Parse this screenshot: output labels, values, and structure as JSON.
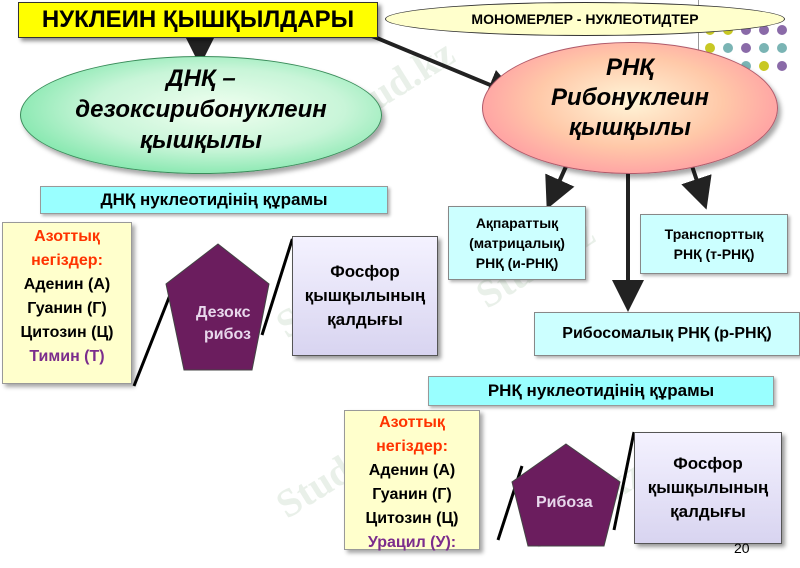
{
  "title": "НУКЛЕИН ҚЫШҚЫЛДАРЫ",
  "monomers": "МОНОМЕРЛЕР - НУКЛЕОТИДТЕР",
  "dnk": {
    "line1": "ДНҚ –",
    "line2": "дезоксирибонуклеин",
    "line3": "қышқылы"
  },
  "rnk": {
    "line1": "РНҚ",
    "line2": "Рибонуклеин",
    "line3": "қышқылы"
  },
  "dnk_nucleotide_title": "ДНҚ нуклеотидінің құрамы",
  "rnk_nucleotide_title": "РНҚ нуклеотидінің құрамы",
  "mrna": {
    "line1": "Ақпараттық",
    "line2": "(матрицалық)",
    "line3": "РНҚ (и-РНҚ)"
  },
  "trna": {
    "line1": "Транспорттық",
    "line2": "РНҚ (т-РНҚ)"
  },
  "rrna": "Рибосомалық РНҚ (р-РНҚ)",
  "dnk_bases": {
    "header1": "Азоттық",
    "header2": "негіздер:",
    "b1": "Аденин (А)",
    "b2": "Гуанин (Г)",
    "b3": "Цитозин (Ц)",
    "b4": "Тимин (Т)"
  },
  "rnk_bases": {
    "header1": "Азоттық",
    "header2": "негіздер:",
    "b1": "Аденин (А)",
    "b2": "Гуанин (Г)",
    "b3": "Цитозин (Ц)",
    "b4": "Урацил (У):"
  },
  "dnk_sugar": {
    "line1": "Дезокс",
    "line2": "рибоз"
  },
  "rnk_sugar": "Рибоза",
  "phosphate": {
    "line1": "Фосфор",
    "line2": "қышқылының",
    "line3": "қалдығы"
  },
  "watermark": "Stud.kz",
  "page_number": "20",
  "colors": {
    "yellow": "#ffff00",
    "cyan": "#99ffff",
    "purple": "#6b1d5e",
    "red_text": "#ff3300",
    "violet_text": "#7b2c8c"
  }
}
